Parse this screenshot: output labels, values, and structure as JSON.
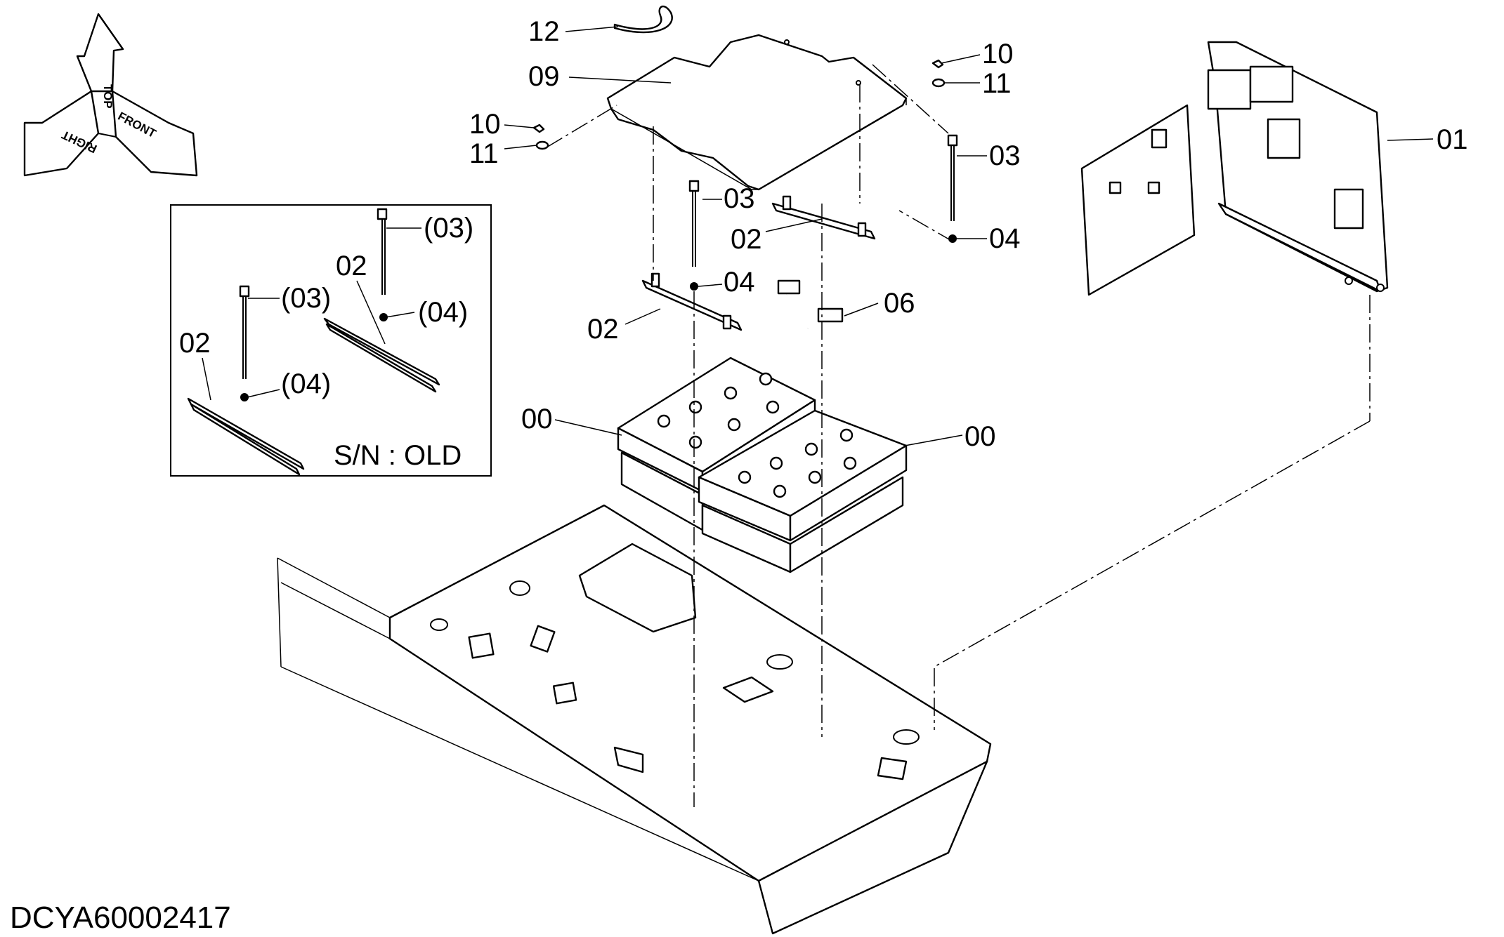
{
  "drawing_code": "DCYA60002417",
  "orientation": {
    "top": "TOP",
    "right": "RIGHT",
    "front": "FRONT"
  },
  "inset_note": "S/N : OLD",
  "callouts": {
    "c12": "12",
    "c09": "09",
    "c10a": "10",
    "c11a": "11",
    "c10b": "10",
    "c11b": "11",
    "c03a": "03",
    "c03b": "03",
    "c02a": "02",
    "c02b": "02",
    "c04a": "04",
    "c04b": "04",
    "c06": "06",
    "c00a": "00",
    "c00b": "00",
    "c01": "01",
    "i03a": "(03)",
    "i03b": "(03)",
    "i02a": "02",
    "i02b": "02",
    "i04a": "(04)",
    "i04b": "(04)"
  }
}
